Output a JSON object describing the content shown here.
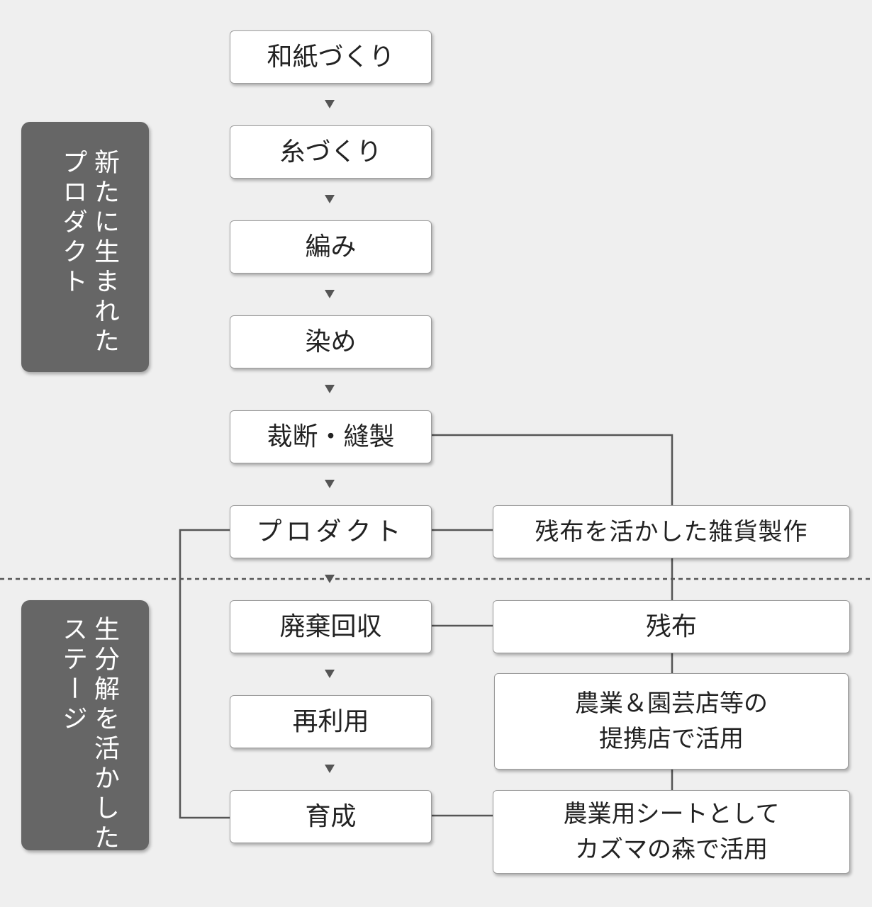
{
  "stages": [
    {
      "label": "新たに生まれた",
      "label2": "プロダクト"
    },
    {
      "label": "生分解を活かした",
      "label2": "ステージ"
    }
  ],
  "steps": [
    "和紙づくり",
    "糸づくり",
    "編み",
    "染め",
    "裁断・縫製",
    "プロダクト",
    "廃棄回収",
    "再利用",
    "育成"
  ],
  "side_boxes": {
    "zakka": "残布を活かした雑貨製作",
    "zanpu": "残布",
    "teikei": [
      "農業＆園芸店等の",
      "提携店で活用"
    ],
    "sheet": [
      "農業用シートとして",
      "カズマの森で活用"
    ]
  },
  "colors": {
    "background": "#efefef",
    "stage_fill": "#666666",
    "line": "#555555"
  }
}
